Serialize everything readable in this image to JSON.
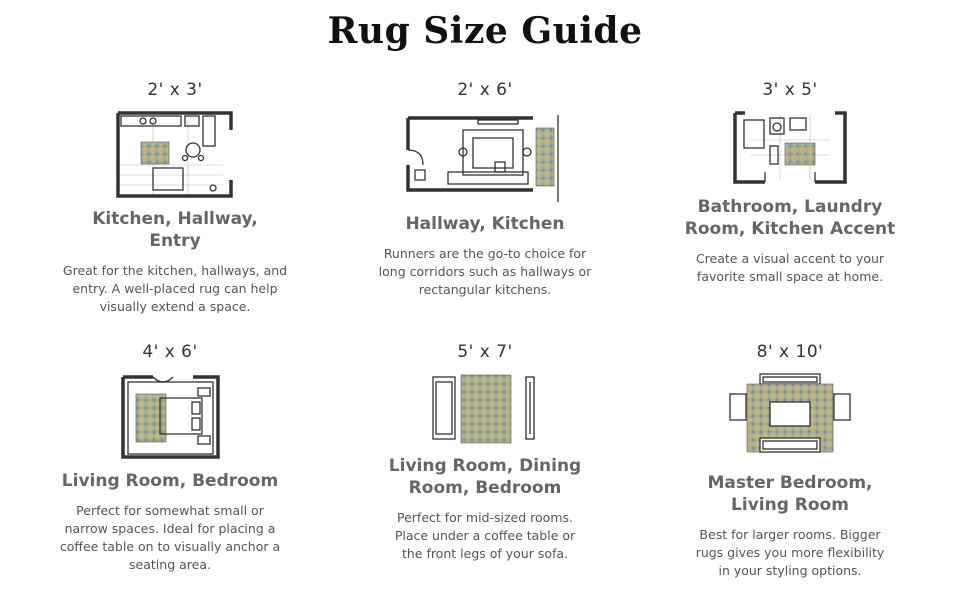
{
  "title": "Rug Size Guide",
  "items": [
    {
      "size": "2' x 3'",
      "rooms": [
        "Kitchen, Hallway,",
        "Entry"
      ],
      "desc": [
        "Great for the kitchen, hallways, and",
        "entry. A well-placed  rug  can help",
        "visually extend a space."
      ]
    },
    {
      "size": "2' x 6'",
      "rooms": [
        "Hallway, Kitchen"
      ],
      "desc": [
        "Runners are the go-to choice for",
        "long corridors such as hallways or",
        "rectangular kitchens."
      ]
    },
    {
      "size": "3' x 5'",
      "rooms": [
        "Bathroom, Laundry",
        "Room, Kitchen Accent"
      ],
      "desc": [
        "Create a visual accent to your",
        "favorite small space at home."
      ]
    },
    {
      "size": "4' x 6'",
      "rooms": [
        "Living Room, Bedroom"
      ],
      "desc": [
        "Perfect for somewhat small or",
        "narrow spaces. Ideal for placing a",
        "coffee table on to visually anchor a",
        "seating area."
      ]
    },
    {
      "size": "5' x 7'",
      "rooms": [
        "Living Room, Dining",
        "Room, Bedroom"
      ],
      "desc": [
        "Perfect for mid-sized rooms.",
        "Place under a coffee table or",
        "the front legs of your sofa."
      ]
    },
    {
      "size": "8' x 10'",
      "rooms": [
        "Master Bedroom,",
        "Living Room"
      ],
      "desc": [
        "Best for larger rooms. Bigger",
        "rugs gives you more flexibility",
        "in your styling options."
      ]
    }
  ],
  "colors": {
    "title": "#111111",
    "text": "#555555",
    "line": "#333333",
    "rug": [
      "#7fb3b0",
      "#d98c5f",
      "#4f7fa8",
      "#c9b27a"
    ]
  }
}
